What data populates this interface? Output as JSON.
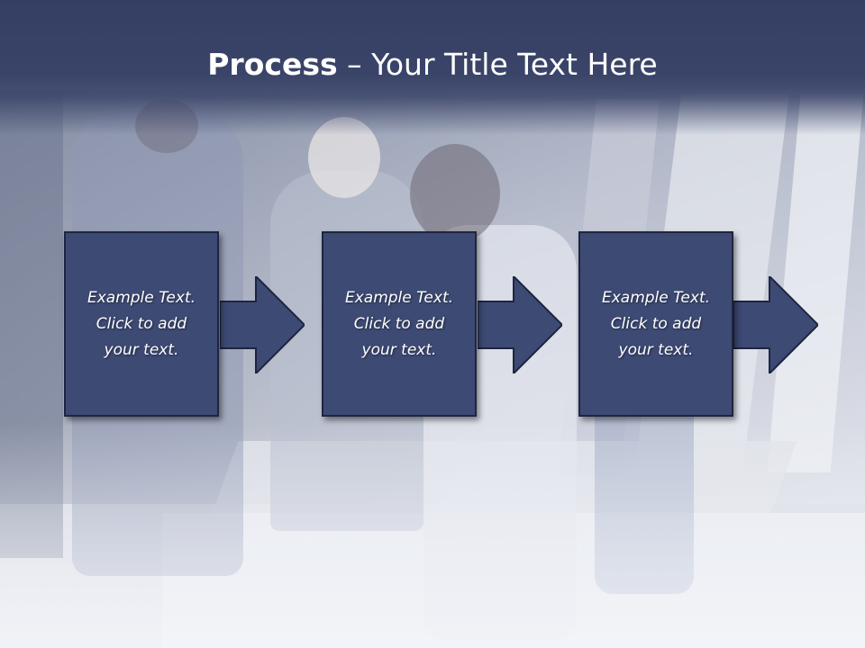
{
  "slide": {
    "title_bold": "Process",
    "title_rest": " – Your Title Text Here"
  },
  "steps": [
    {
      "text": "Example Text.\nClick  to add\nyour text."
    },
    {
      "text": "Example Text.\nClick  to add\nyour text."
    },
    {
      "text": "Example Text.\nClick  to add\nyour text."
    }
  ],
  "colors": {
    "title_bar": "#353f63",
    "box_fill": "#3d4a74",
    "box_border": "#1e2540",
    "title_text": "#ffffff"
  },
  "icons": [
    "right-arrow-icon"
  ]
}
